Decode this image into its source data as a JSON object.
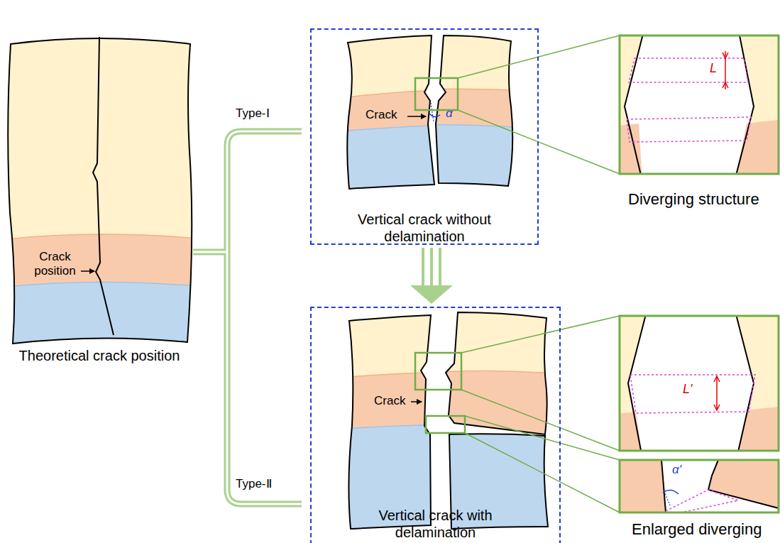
{
  "diagram": {
    "nodes": [
      {
        "text": [
          "Vertical crack without delamination"
        ]
      },
      {
        "text": [
          "Vertical crack with delamination"
        ]
      }
    ],
    "edges": [
      {
        "from": 0,
        "to": 1,
        "arrow": "to"
      }
    ],
    "labels": [
      "Crack position",
      "Theoretical crack position",
      "Type-Ⅰ",
      "Type-Ⅱ",
      "Crack",
      "α",
      "L",
      "Diverging structure",
      "Crack",
      "L'",
      "α'",
      "Enlarged diverging"
    ]
  }
}
